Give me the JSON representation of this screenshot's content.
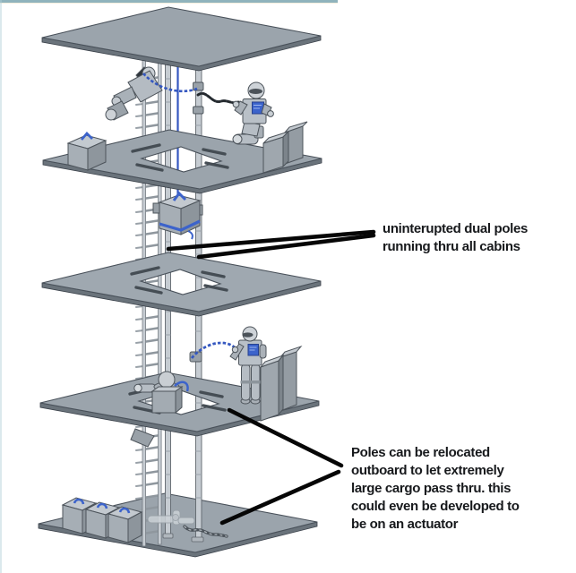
{
  "page": {
    "background": "#ffffff",
    "top_accent_color": "#8fb3bc"
  },
  "annotations": {
    "dual_poles": {
      "lines": [
        "uninterupted dual poles",
        "running thru all cabins"
      ]
    },
    "relocated_poles": {
      "lines": [
        "Poles can be relocated",
        "outboard to let extremely",
        "large cargo pass thru. this",
        "could even be developed to",
        "be on an actuator"
      ]
    }
  },
  "diagram": {
    "colors": {
      "platform_gray": "#9ba4ac",
      "platform_edge": "#6a737b",
      "outline": "#49515a",
      "metal_light": "#c6ccd2",
      "accent_blue": "#3558c0",
      "robot_panel_blue": "#3c63cb",
      "leader_line": "#060606"
    }
  }
}
